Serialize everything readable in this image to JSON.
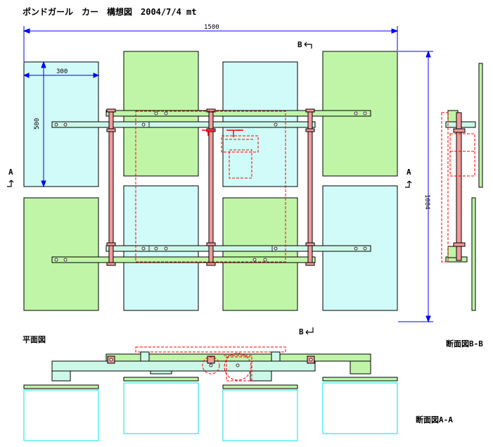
{
  "title": "ポンドガール　カー　構想図　2004/7/4 mt",
  "dimensions": {
    "overall_width": "1500",
    "panel_width": "300",
    "panel_height": "500",
    "overall_height": "1084"
  },
  "section_marks": {
    "b_top": "B",
    "b_bottom": "B",
    "a_left": "A",
    "a_right": "A"
  },
  "view_labels": {
    "plan": "平面図",
    "section_bb": "断面図B-B",
    "section_aa": "断面図A-A"
  },
  "colors": {
    "panel_green": "#c0f5a8",
    "panel_cyan": "#d0fbf8",
    "frame_fill": "#ccf8e8",
    "dimension_blue": "#0000ff",
    "hidden_red": "#ff0000",
    "axle_pink": "#f29a9a"
  }
}
